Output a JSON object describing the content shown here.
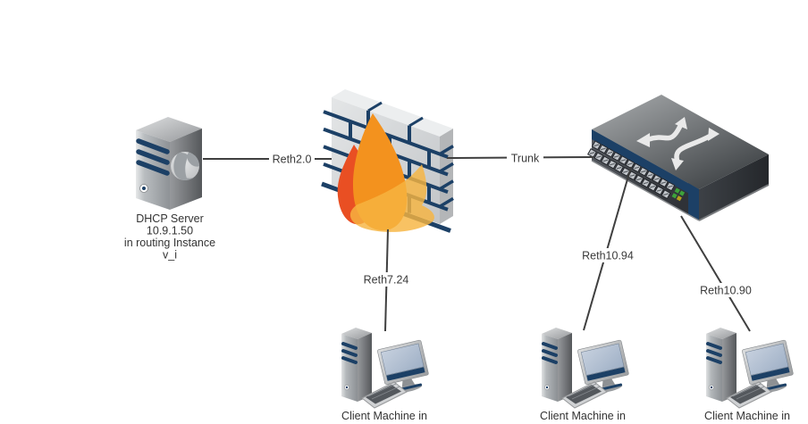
{
  "diagram_type": "network-topology",
  "nodes": {
    "dhcp_server": {
      "icon": "server-tower-icon",
      "lines": [
        "DHCP Server",
        "10.9.1.50",
        "in routing Instance",
        "v_i"
      ]
    },
    "firewall": {
      "icon": "firewall-brick-flame-icon"
    },
    "switch": {
      "icon": "network-switch-icon"
    },
    "client_1": {
      "icon": "desktop-workstation-icon",
      "label": "Client Machine in"
    },
    "client_2": {
      "icon": "desktop-workstation-icon",
      "label": "Client Machine in"
    },
    "client_3": {
      "icon": "desktop-workstation-icon",
      "label": "Client Machine in"
    }
  },
  "edges": {
    "server_to_firewall": {
      "label": "Reth2.0"
    },
    "firewall_to_switch": {
      "label": "Trunk"
    },
    "firewall_to_client_1": {
      "label": "Reth7.24"
    },
    "switch_to_client_2": {
      "label": "Reth10.94"
    },
    "switch_to_client_3": {
      "label": "Reth10.90"
    }
  },
  "colors": {
    "navy_accent": "#1c4066",
    "flame_red": "#e94f23",
    "flame_orange": "#f3921e",
    "flame_yellow": "#f7b541",
    "connector_line": "#3f3f3f",
    "label_text": "#333333",
    "led_green": "#3da33b",
    "led_yellow": "#b5a11c"
  }
}
